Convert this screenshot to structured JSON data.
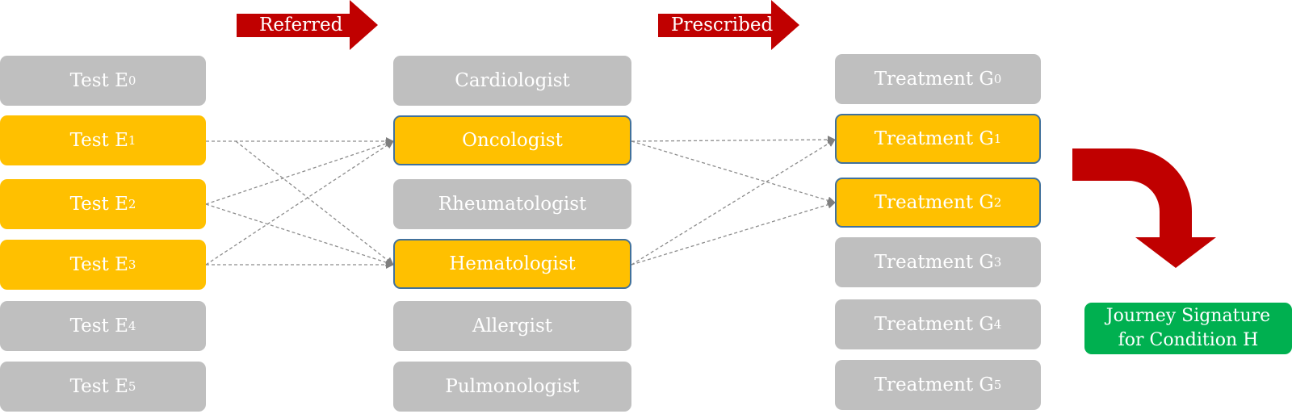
{
  "colors": {
    "inactive": "#bfbfbf",
    "active": "#ffc000",
    "active_border": "#41719c",
    "arrow": "#c00000",
    "result": "#00b050",
    "connector": "#7f7f7f"
  },
  "stages": {
    "referred_label": "Referred",
    "prescribed_label": "Prescribed"
  },
  "tests": [
    {
      "label": "Test E",
      "sub": "0",
      "active": false
    },
    {
      "label": "Test E",
      "sub": "1",
      "active": true
    },
    {
      "label": "Test E",
      "sub": "2",
      "active": true
    },
    {
      "label": "Test E",
      "sub": "3",
      "active": true
    },
    {
      "label": "Test E",
      "sub": "4",
      "active": false
    },
    {
      "label": "Test E",
      "sub": "5",
      "active": false
    }
  ],
  "specialists": [
    {
      "label": "Cardiologist",
      "active": false
    },
    {
      "label": "Oncologist",
      "active": true
    },
    {
      "label": "Rheumatologist",
      "active": false
    },
    {
      "label": "Hematologist",
      "active": true
    },
    {
      "label": "Allergist",
      "active": false
    },
    {
      "label": "Pulmonologist",
      "active": false
    }
  ],
  "treatments": [
    {
      "label": "Treatment G",
      "sub": "0",
      "active": false
    },
    {
      "label": "Treatment G",
      "sub": "1",
      "active": true
    },
    {
      "label": "Treatment G",
      "sub": "2",
      "active": true
    },
    {
      "label": "Treatment G",
      "sub": "3",
      "active": false
    },
    {
      "label": "Treatment G",
      "sub": "4",
      "active": false
    },
    {
      "label": "Treatment G",
      "sub": "5",
      "active": false
    }
  ],
  "result": {
    "line1": "Journey Signature",
    "line2": "for Condition H"
  },
  "connections": {
    "test_to_specialist": [
      [
        "E1",
        "Oncologist"
      ],
      [
        "E1",
        "Hematologist"
      ],
      [
        "E2",
        "Oncologist"
      ],
      [
        "E2",
        "Hematologist"
      ],
      [
        "E3",
        "Oncologist"
      ],
      [
        "E3",
        "Hematologist"
      ]
    ],
    "specialist_to_treatment": [
      [
        "Oncologist",
        "G1"
      ],
      [
        "Oncologist",
        "G2"
      ],
      [
        "Hematologist",
        "G1"
      ],
      [
        "Hematologist",
        "G2"
      ]
    ]
  }
}
